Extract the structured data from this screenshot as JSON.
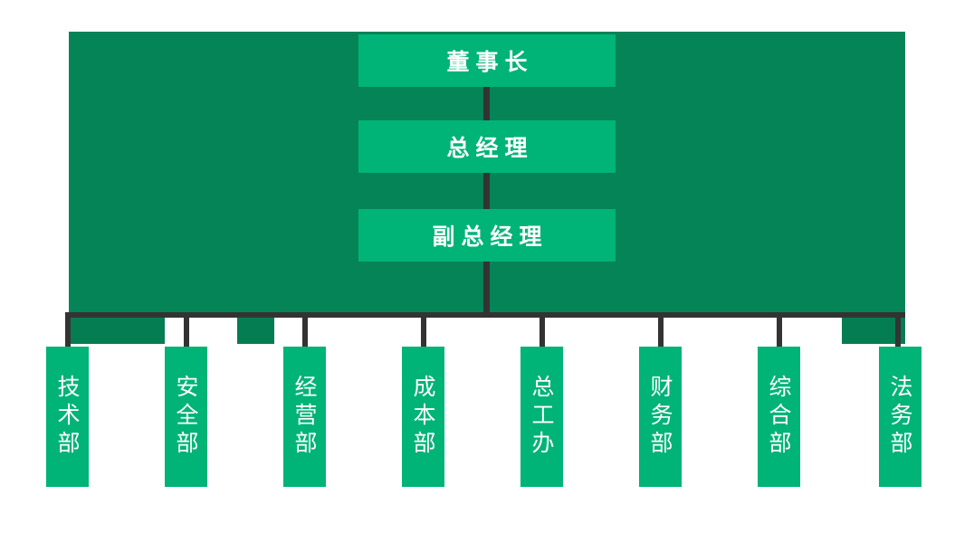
{
  "chart": {
    "type": "org-chart",
    "title": "",
    "orientation": "top-down",
    "colors": {
      "panel_background": "#058457",
      "panel_accent_block": "#057d52",
      "node_fill": "#00b377",
      "connector": "#333333",
      "node_text": "#ffffff",
      "canvas_background": "#ffffff"
    },
    "executives": [
      {
        "id": "chairman",
        "label": "董事长",
        "level": 1
      },
      {
        "id": "general-manager",
        "label": "总经理",
        "level": 2
      },
      {
        "id": "deputy-gm",
        "label": "副总经理",
        "level": 3
      }
    ],
    "departments": [
      {
        "id": "technology",
        "label": "技术部"
      },
      {
        "id": "safety",
        "label": "安全部"
      },
      {
        "id": "operations",
        "label": "经营部"
      },
      {
        "id": "cost",
        "label": "成本部"
      },
      {
        "id": "chief-eng",
        "label": "总工办"
      },
      {
        "id": "finance",
        "label": "财务部"
      },
      {
        "id": "general-aff",
        "label": "综合部"
      },
      {
        "id": "legal",
        "label": "法务部"
      }
    ],
    "department_count": 8
  }
}
